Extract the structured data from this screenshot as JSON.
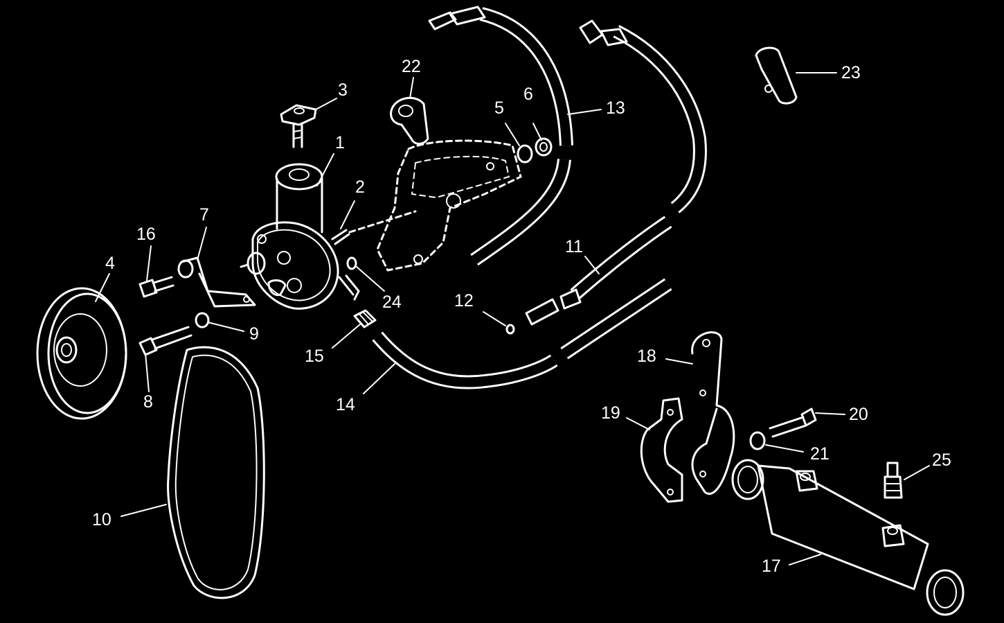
{
  "diagram": {
    "background_color": "#000000",
    "line_color": "#ffffff",
    "callouts": [
      {
        "id": "c1",
        "text": "1"
      },
      {
        "id": "c2",
        "text": "2"
      },
      {
        "id": "c3",
        "text": "3"
      },
      {
        "id": "c4",
        "text": "4"
      },
      {
        "id": "c5",
        "text": "5"
      },
      {
        "id": "c6",
        "text": "6"
      },
      {
        "id": "c7",
        "text": "7"
      },
      {
        "id": "c8",
        "text": "8"
      },
      {
        "id": "c9",
        "text": "9"
      },
      {
        "id": "c10",
        "text": "10"
      },
      {
        "id": "c11",
        "text": "11"
      },
      {
        "id": "c12",
        "text": "12"
      },
      {
        "id": "c13",
        "text": "13"
      },
      {
        "id": "c14",
        "text": "14"
      },
      {
        "id": "c15",
        "text": "15"
      },
      {
        "id": "c16",
        "text": "16"
      },
      {
        "id": "c17",
        "text": "17"
      },
      {
        "id": "c18",
        "text": "18"
      },
      {
        "id": "c19",
        "text": "19"
      },
      {
        "id": "c20",
        "text": "20"
      },
      {
        "id": "c21",
        "text": "21"
      },
      {
        "id": "c22",
        "text": "22"
      },
      {
        "id": "c23",
        "text": "23"
      },
      {
        "id": "c24",
        "text": "24"
      },
      {
        "id": "c25",
        "text": "25"
      }
    ]
  }
}
